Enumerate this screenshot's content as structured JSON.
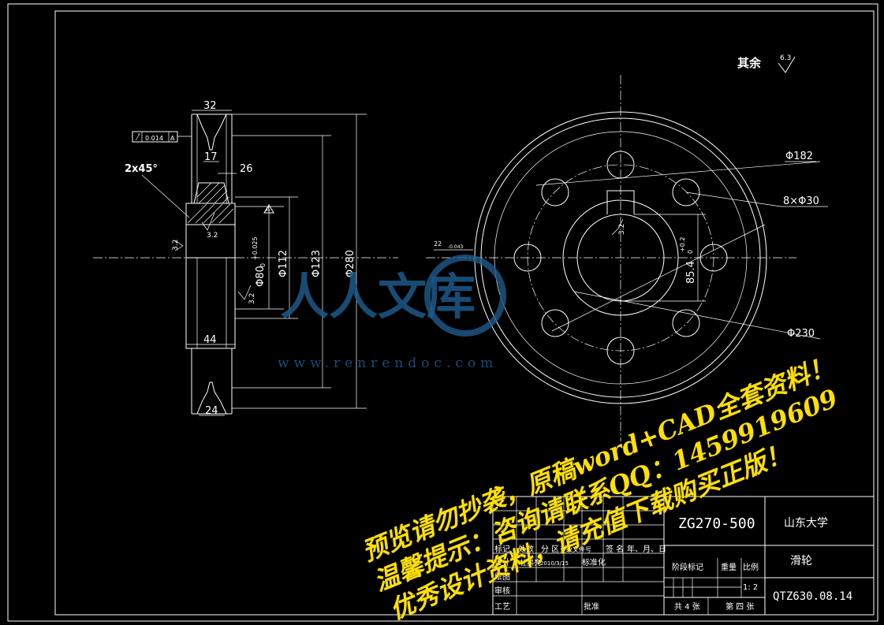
{
  "drawing": {
    "roughness_label": "其余",
    "roughness_value": "6.3",
    "side_view_dims": {
      "width_top": "32",
      "groove": "17",
      "hub_step": "26",
      "chamfer": "2x45°",
      "runout_tol": "0.014",
      "datum": "A",
      "datum_marker": "A",
      "rough_a": "3.2",
      "rough_b": "3.2",
      "rough_c": "3.2",
      "bore": "Φ80",
      "bore_tol": "+0.025",
      "bore_tol_low": "0",
      "d112": "Φ112",
      "d123": "Φ123",
      "d280": "Φ280",
      "hub_width": "44",
      "bottom_width": "24"
    },
    "front_view_dims": {
      "d182": "Φ182",
      "holes": "8×Φ30",
      "d230": "Φ230",
      "key_rough": "3.2",
      "keyway_depth": "85.4",
      "keyway_tol": "+0.2",
      "keyway_tol_low": "0",
      "keyway_width": "22",
      "keyway_width_tol": "-0.043"
    }
  },
  "title_block": {
    "drawing_no": "ZG270-500",
    "school": "山东大学",
    "part_name": "滑轮",
    "code": "QTZ630.08.14",
    "headers": [
      "标记",
      "处数",
      "分 区",
      "更改文件号",
      "签 名",
      "年、月、日"
    ],
    "rows": {
      "design": "设计",
      "designer": "杜鹏亮",
      "date": "2010/3/15",
      "standard": "标准化",
      "draw": "绘图",
      "review": "审核",
      "craft": "工艺",
      "approve": "批准"
    },
    "stage_label": "阶段标记",
    "weight_label": "重量",
    "scale_label": "比例",
    "scale": "1: 2",
    "total_sheets": "共 4 张",
    "sheet_no": "第 四 张"
  },
  "watermark": {
    "logo": "人人文库",
    "url": "www.renrendoc.com",
    "line1": "预览请勿抄袭，原稿word+CAD全套资料！",
    "line2": "温馨提示：咨询请联系QQ：1459919609",
    "line3": "优秀设计资料，请充值下载购买正版！"
  }
}
